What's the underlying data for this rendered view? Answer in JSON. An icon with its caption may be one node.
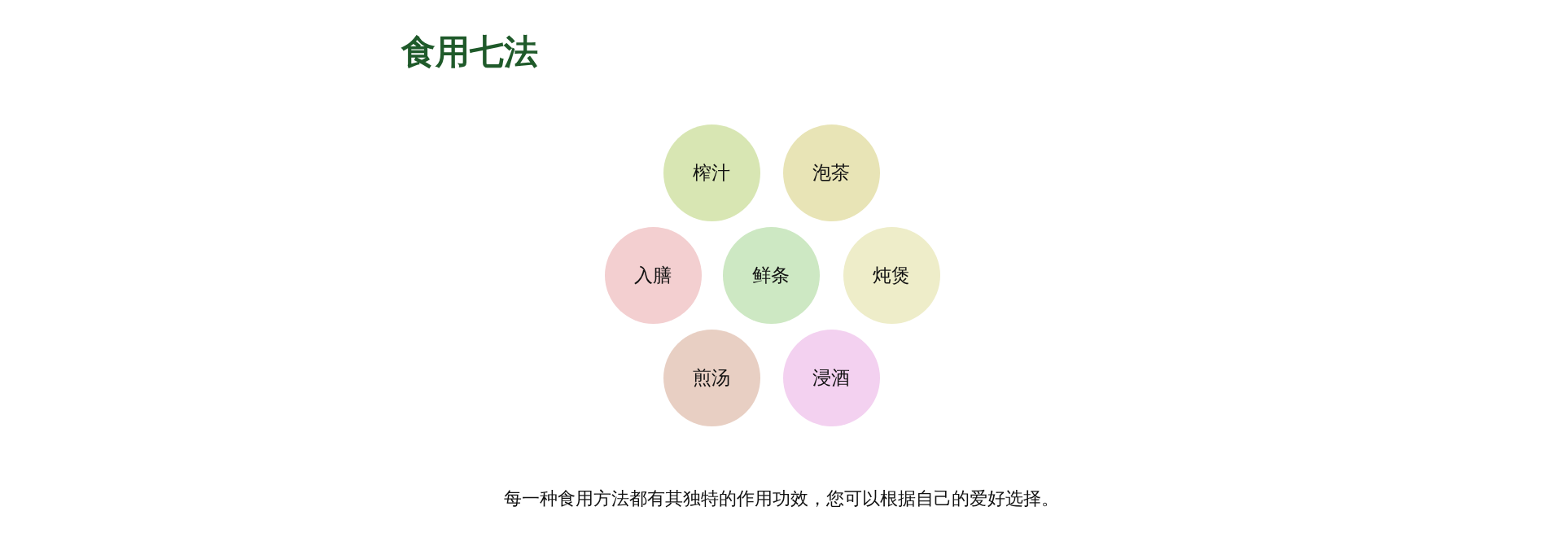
{
  "diagram": {
    "title": "食用七法",
    "nodes": [
      {
        "text": [
          "榨汁"
        ]
      },
      {
        "text": [
          "泡茶"
        ]
      },
      {
        "text": [
          "入膳"
        ]
      },
      {
        "text": [
          "鲜条"
        ]
      },
      {
        "text": [
          "炖煲"
        ]
      },
      {
        "text": [
          "煎汤"
        ]
      },
      {
        "text": [
          "浸酒"
        ]
      }
    ],
    "caption": "每一种食用方法都有其独特的作用功效，您可以根据自己的爱好选择。"
  }
}
